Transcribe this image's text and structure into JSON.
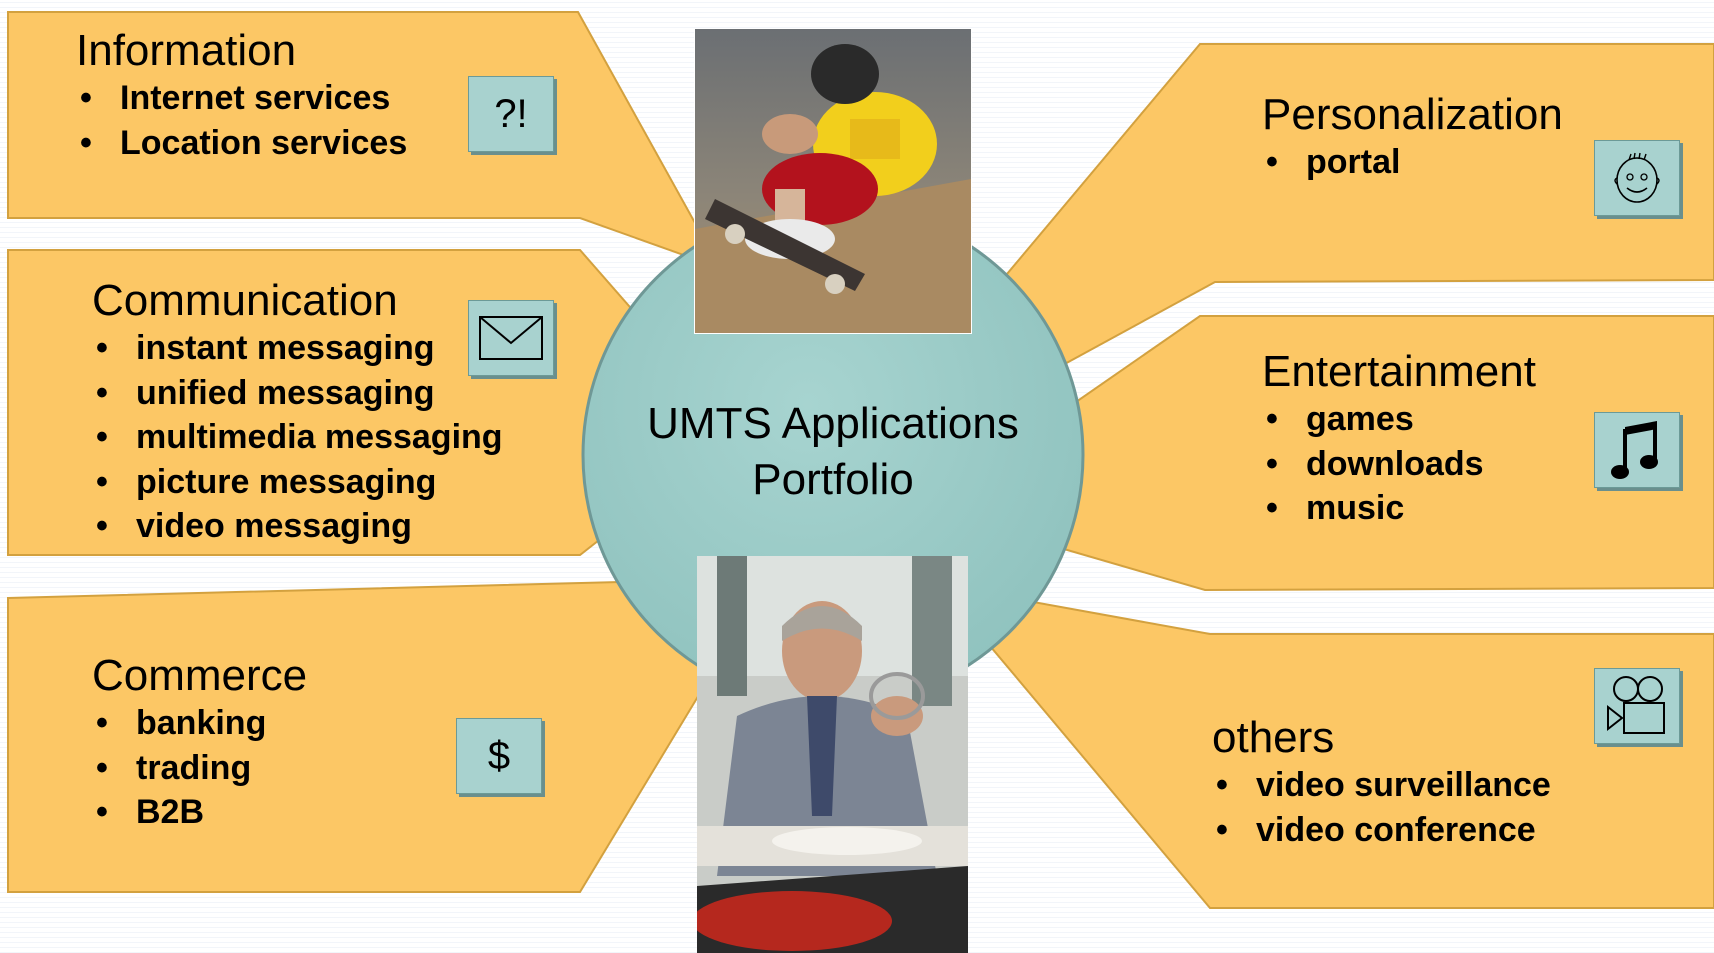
{
  "center": {
    "line1": "UMTS Applications",
    "line2": "Portfolio"
  },
  "panels": {
    "information": {
      "title": "Information",
      "items": [
        "Internet services",
        "Location services"
      ],
      "icon_text": "?!",
      "icon": "question-exclamation-icon"
    },
    "communication": {
      "title": "Communication",
      "items": [
        "instant messaging",
        "unified messaging",
        "multimedia messaging",
        "picture messaging",
        "video messaging"
      ],
      "icon": "envelope-icon"
    },
    "commerce": {
      "title": "Commerce",
      "items": [
        "banking",
        "trading",
        "B2B"
      ],
      "icon_text": "$",
      "icon": "dollar-icon"
    },
    "personalization": {
      "title": "Personalization",
      "items": [
        "portal"
      ],
      "icon": "face-icon"
    },
    "entertainment": {
      "title": "Entertainment",
      "items": [
        "games",
        "downloads",
        "music"
      ],
      "icon": "music-note-icon"
    },
    "others": {
      "title": "others",
      "items": [
        "video surveillance",
        "video conference"
      ],
      "icon": "video-camera-icon"
    }
  },
  "photos": {
    "top": "skateboarder-photo",
    "bottom": "businessman-photo"
  },
  "colors": {
    "panel": "#fcc765",
    "panel_edge": "#d3a13f",
    "circle": "#9ecdc9",
    "circle_edge": "#6f9896",
    "icon_fill": "#a8d2cf"
  }
}
